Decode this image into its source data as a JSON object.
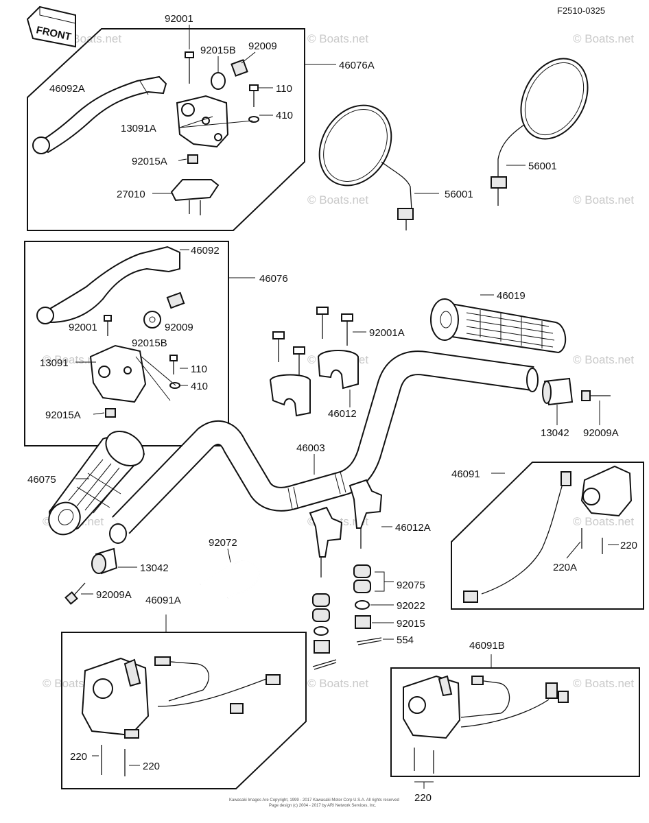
{
  "diagram_code": "F2510-0325",
  "front_label": "FRONT",
  "watermarks": [
    "© Boats.net",
    "© Boats.net",
    "© Boats.net",
    "© Boats.net",
    "© Boats.net",
    "© Boats.net",
    "© Boats.net",
    "© Boats.net",
    "© Boats.net",
    "© Boats.net",
    "© Boats.net",
    "© Boats.net",
    "© Boats.net",
    "© Boats.net"
  ],
  "copyright": {
    "line1": "Kawasaki Images Are Copyright, 1999 - 2017 Kawasaki Motor Corp U.S.A. All rights reserved",
    "line2": "Page design (c) 2004 - 2017 by ARI Network Services, Inc."
  },
  "labels": {
    "p92001_top": "92001",
    "p92015B_top": "92015B",
    "p92009_top": "92009",
    "p46076A": "46076A",
    "p46092A": "46092A",
    "p110_top": "110",
    "p410_top": "410",
    "p13091A": "13091A",
    "p92015A_top": "92015A",
    "p27010": "27010",
    "p56001_left": "56001",
    "p56001_right": "56001",
    "p46092": "46092",
    "p46076": "46076",
    "p92001_mid": "92001",
    "p92009_mid": "92009",
    "p92015B_mid": "92015B",
    "p13091": "13091",
    "p110_mid": "110",
    "p410_mid": "410",
    "p92015A_mid": "92015A",
    "p46019": "46019",
    "p92001A": "92001A",
    "p46012": "46012",
    "p13042_right": "13042",
    "p92009A_right": "92009A",
    "p46003": "46003",
    "p46075": "46075",
    "p46012A": "46012A",
    "p46091": "46091",
    "p220_right": "220",
    "p220A": "220A",
    "p92072": "92072",
    "p13042_left": "13042",
    "p92009A_left": "92009A",
    "p46091A": "46091A",
    "p92075": "92075",
    "p92022": "92022",
    "p92015": "92015",
    "p554": "554",
    "p46091B": "46091B",
    "p220_a": "220",
    "p220_b": "220",
    "p220_c": "220"
  }
}
